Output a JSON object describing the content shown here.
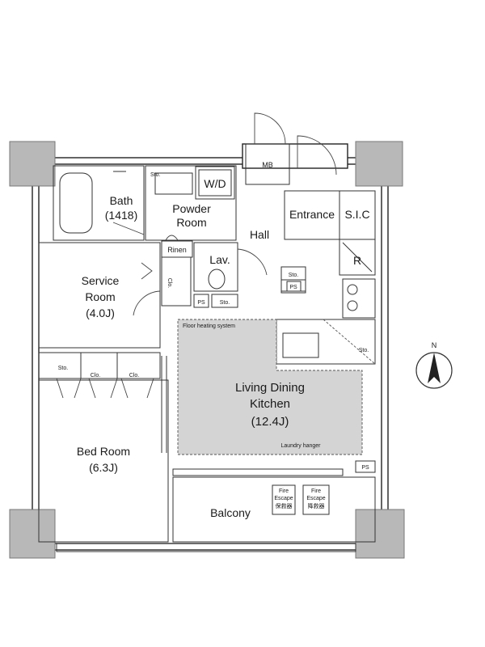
{
  "rooms": {
    "bath": {
      "name": "Bath",
      "size": "(1418)"
    },
    "powder_room": {
      "line1": "Powder",
      "line2": "Room"
    },
    "wd": "W/D",
    "sto": "Sto.",
    "mb": "MB",
    "hall": "Hall",
    "entrance": "Entrance",
    "sic": "S.I.C",
    "rinen": "Rinen",
    "lav": "Lav.",
    "clo": "Clo.",
    "ps": "PS",
    "r": "R",
    "service_room": {
      "line1": "Service",
      "line2": "Room",
      "size": "(4.0J)"
    },
    "floor_heating": "Floor heating system",
    "ldk": {
      "line1": "Living Dining",
      "line2": "Kitchen",
      "size": "(12.4J)"
    },
    "laundry_hanger": "Laundry hanger",
    "bed_room": {
      "name": "Bed Room",
      "size": "(6.3J)"
    },
    "balcony": "Balcony",
    "fire_escape_1": {
      "line1": "Fire",
      "line2": "Escape",
      "line3": "保救器"
    },
    "fire_escape_2": {
      "line1": "Fire",
      "line2": "Escape",
      "line3": "降救器"
    }
  },
  "compass": {
    "label": "N"
  }
}
